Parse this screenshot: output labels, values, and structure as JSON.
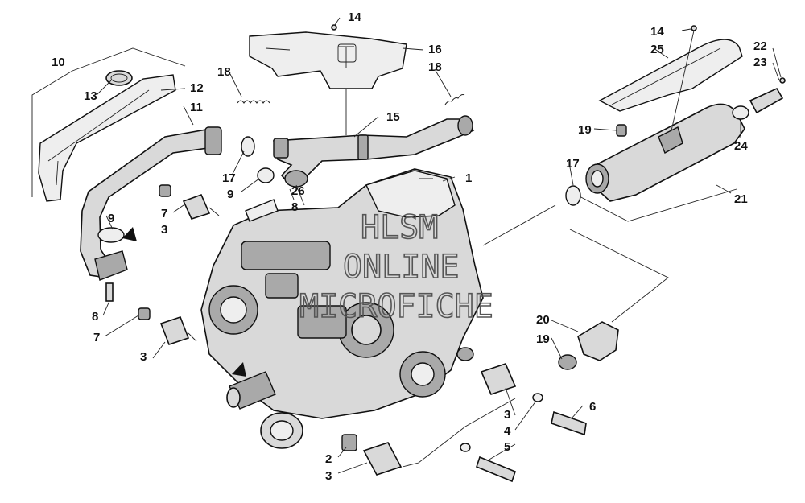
{
  "watermark": {
    "line1": "HLSM",
    "line2": "ONLINE",
    "line3": "MICROFICHE"
  },
  "callouts": {
    "c1": "1",
    "c2": "2",
    "c3a": "3",
    "c3b": "3",
    "c3c": "3",
    "c3d": "3",
    "c4": "4",
    "c5": "5",
    "c6": "6",
    "c7a": "7",
    "c7b": "7",
    "c8a": "8",
    "c8b": "8",
    "c9a": "9",
    "c9b": "9",
    "c10": "10",
    "c11": "11",
    "c12": "12",
    "c13": "13",
    "c14a": "14",
    "c14b": "14",
    "c15": "15",
    "c16": "16",
    "c17a": "17",
    "c17b": "17",
    "c18a": "18",
    "c18b": "18",
    "c19a": "19",
    "c19b": "19",
    "c20": "20",
    "c21": "21",
    "c22": "22",
    "c23": "23",
    "c24": "24",
    "c25": "25",
    "c26": "26"
  },
  "colors": {
    "ink": "#111111",
    "part_fill": "#d9d9d9",
    "watermark": "#555555"
  }
}
